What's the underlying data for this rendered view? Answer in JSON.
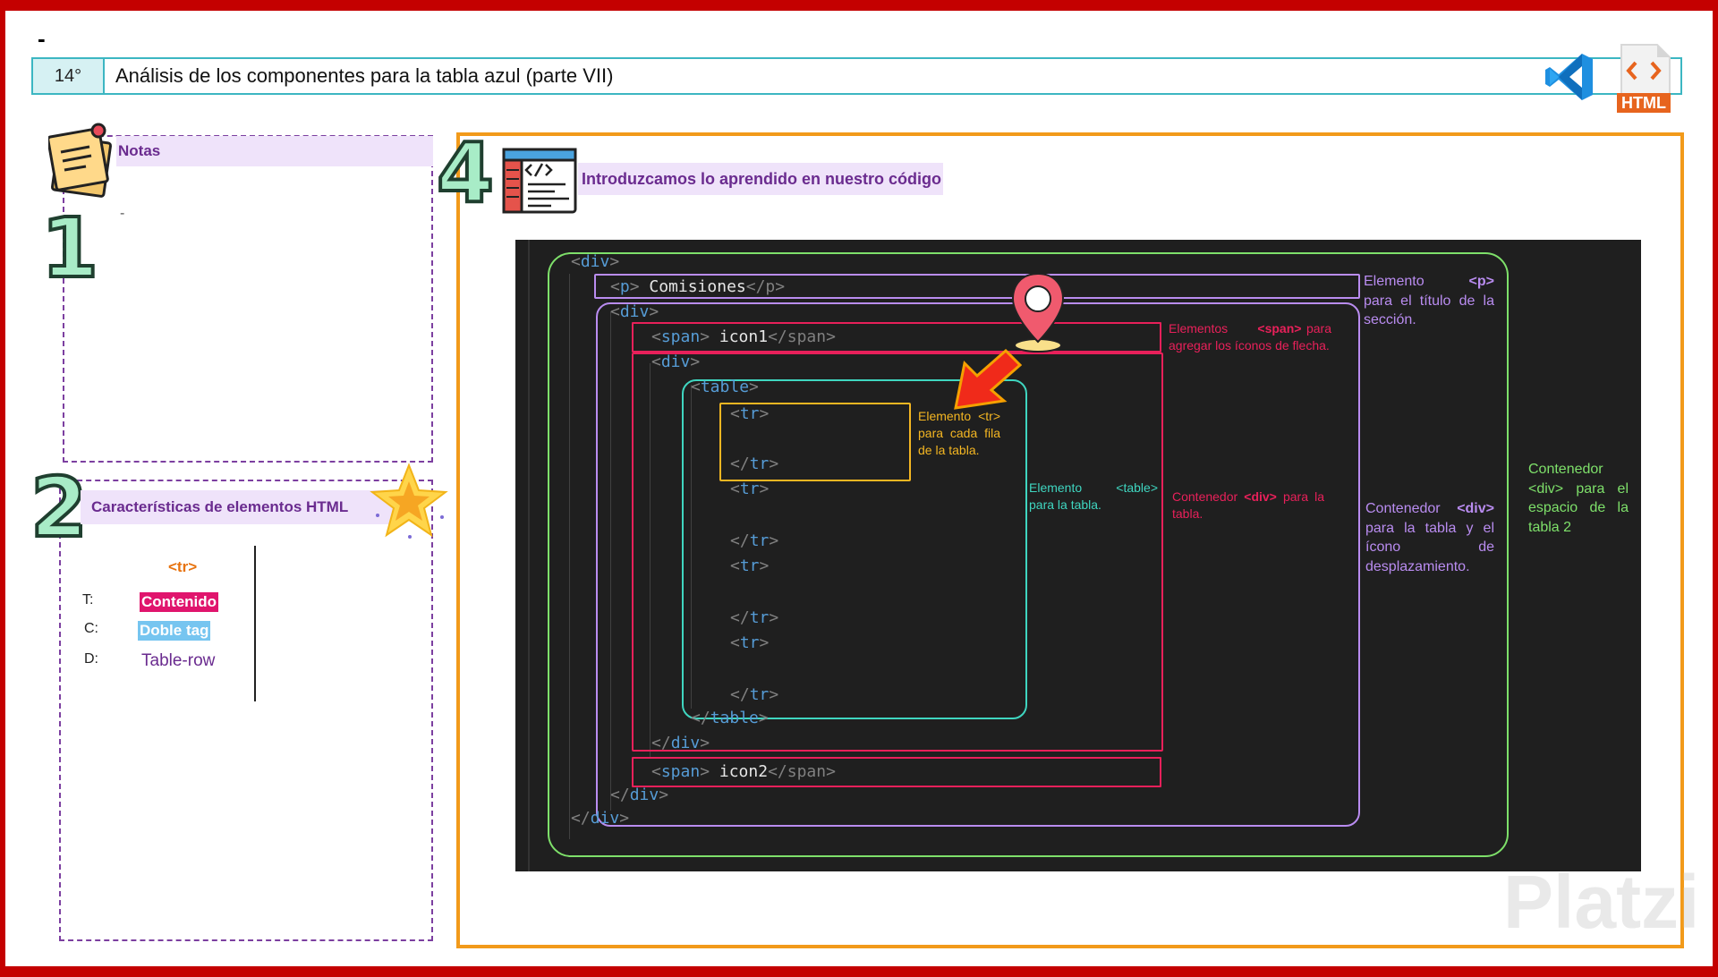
{
  "header": {
    "dash": "-",
    "number": "14°",
    "title": "Análisis de los componentes para la tabla azul (parte VII)",
    "html_badge": "HTML"
  },
  "notes": {
    "title": "Notas",
    "content": "-",
    "section_number": "1"
  },
  "characteristics": {
    "section_number": "2",
    "title": "Características de elementos HTML",
    "tag": "<tr>",
    "rows": [
      {
        "label": "T:",
        "value": "Contenido"
      },
      {
        "label": "C:",
        "value": "Doble tag"
      },
      {
        "label": "D:",
        "value": "Table-row"
      }
    ]
  },
  "main": {
    "section_number": "4",
    "title": "Introduzcamos lo aprendido en nuestro código"
  },
  "code": {
    "lines": [
      {
        "open": "<",
        "tag": "div",
        "close": ">",
        "text": ""
      },
      {
        "open": "<",
        "tag": "p",
        "close": ">",
        "text": " Comisiones",
        "endtag": "</p>"
      },
      {
        "open": "<",
        "tag": "div",
        "close": ">",
        "text": ""
      },
      {
        "open": "<",
        "tag": "span",
        "close": ">",
        "text": " icon1",
        "endtag": "</span>"
      },
      {
        "open": "<",
        "tag": "div",
        "close": ">",
        "text": ""
      },
      {
        "open": "<",
        "tag": "table",
        "close": ">",
        "text": ""
      },
      {
        "open": "<",
        "tag": "tr",
        "close": ">",
        "text": ""
      },
      {
        "open": "</",
        "tag": "tr",
        "close": ">",
        "text": ""
      },
      {
        "open": "<",
        "tag": "tr",
        "close": ">",
        "text": ""
      },
      {
        "open": "</",
        "tag": "tr",
        "close": ">",
        "text": ""
      },
      {
        "open": "<",
        "tag": "tr",
        "close": ">",
        "text": ""
      },
      {
        "open": "</",
        "tag": "tr",
        "close": ">",
        "text": ""
      },
      {
        "open": "<",
        "tag": "tr",
        "close": ">",
        "text": ""
      },
      {
        "open": "</",
        "tag": "tr",
        "close": ">",
        "text": ""
      },
      {
        "open": "</",
        "tag": "table",
        "close": ">",
        "text": ""
      },
      {
        "open": "</",
        "tag": "div",
        "close": ">",
        "text": ""
      },
      {
        "open": "<",
        "tag": "span",
        "close": ">",
        "text": " icon2",
        "endtag": "</span>"
      },
      {
        "open": "</",
        "tag": "div",
        "close": ">",
        "text": ""
      },
      {
        "open": "</",
        "tag": "div",
        "close": ">",
        "text": ""
      }
    ]
  },
  "annotations": {
    "p_note": {
      "a": "Elemento",
      "b": "<p>",
      "c": "para el título de la sección."
    },
    "span_note": {
      "a": "Elementos",
      "b": "<span>",
      "c": "para agregar los íconos de flecha."
    },
    "tr_note": {
      "a": "Elemento",
      "b": "<tr>",
      "c": "para cada fila de la tabla."
    },
    "table_note": {
      "a": "Elemento",
      "b": "<table>",
      "c": "para la tabla."
    },
    "div_table_note": {
      "a": "Contenedor",
      "b": "<div>",
      "c": "para la tabla."
    },
    "div_scroll_note": {
      "a": "Contenedor",
      "b": "<div>",
      "c": "para la tabla y el ícono de desplazamiento."
    },
    "div_outer_note": {
      "a": "Contenedor",
      "b": "<div>",
      "c": "para el espacio de la tabla 2"
    }
  },
  "watermark": "Platzi",
  "colors": {
    "frame": "#c40000",
    "orange": "#f29a1a",
    "green": "#7ee06a",
    "purple": "#b98cf0",
    "crimson": "#e8205a",
    "teal": "#3fd6c0",
    "gold": "#f4b622"
  }
}
